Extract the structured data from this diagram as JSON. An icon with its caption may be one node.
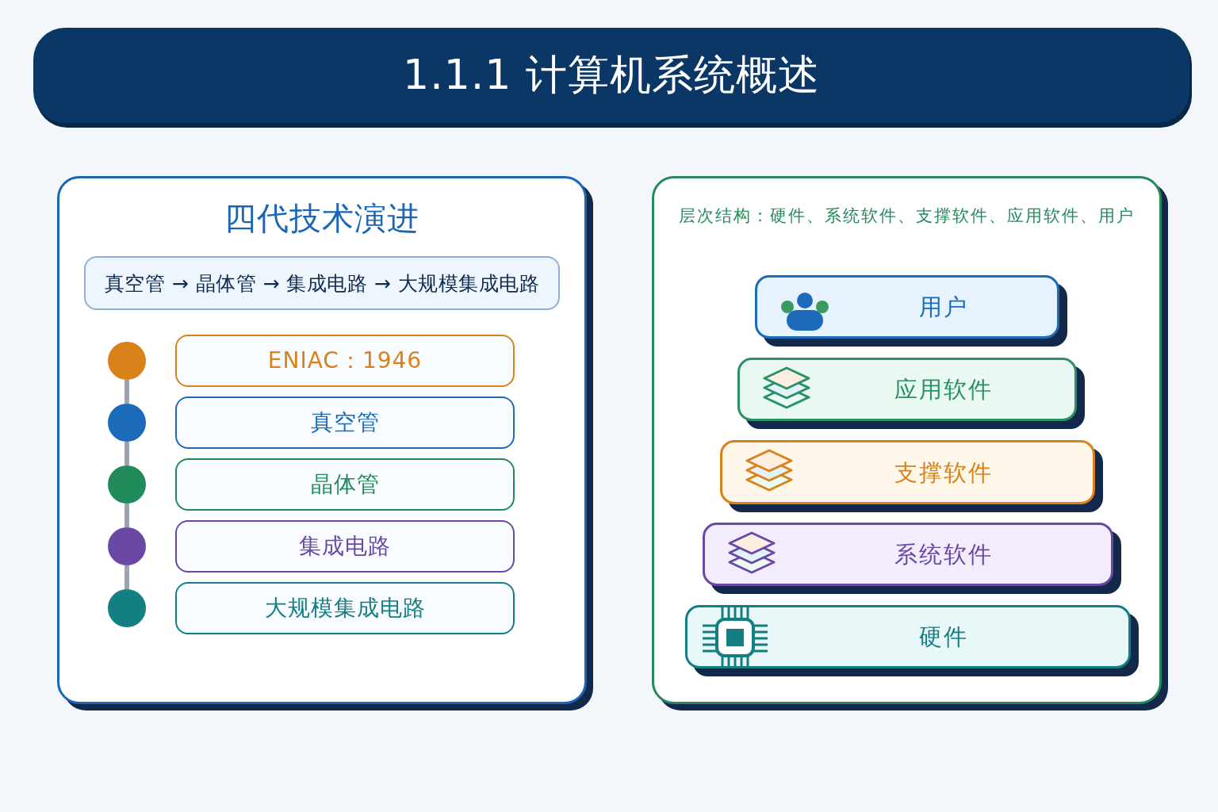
{
  "diagram": {
    "title": "1.1.1 计算机系统概述",
    "nodes": [
      {
        "text": [
          "四代技术演进"
        ]
      },
      {
        "text": [
          "真空管 → 晶体管 → 集成电路 → 大规模集成电路"
        ],
        "in": 0
      },
      {
        "text": [],
        "shape": "circle",
        "in": 0
      },
      {
        "text": [
          "ENIAC：1946"
        ],
        "in": 0
      },
      {
        "text": [],
        "shape": "circle",
        "in": 0
      },
      {
        "text": [
          "真空管"
        ],
        "in": 0
      },
      {
        "text": [],
        "shape": "circle",
        "in": 0
      },
      {
        "text": [
          "晶体管"
        ],
        "in": 0
      },
      {
        "text": [],
        "shape": "circle",
        "in": 0
      },
      {
        "text": [
          "集成电路"
        ],
        "in": 0
      },
      {
        "text": [],
        "shape": "circle",
        "in": 0
      },
      {
        "text": [
          "大规模集成电路"
        ],
        "in": 0
      },
      {
        "text": [
          "层次结构：硬件、系统软件、支撑软件、应用软件、用户"
        ]
      },
      {
        "text": [
          "用户"
        ],
        "in": 12
      },
      {
        "text": [
          "应用软件"
        ],
        "in": 12
      },
      {
        "text": [
          "支撑软件"
        ],
        "in": 12
      },
      {
        "text": [
          "系统软件"
        ],
        "in": 12
      },
      {
        "text": [
          "硬件"
        ],
        "in": 12
      }
    ],
    "edges": [
      {
        "from": 2,
        "to": 4,
        "arrow": "none"
      },
      {
        "from": 4,
        "to": 6,
        "arrow": "none"
      },
      {
        "from": 6,
        "to": 8,
        "arrow": "none"
      },
      {
        "from": 8,
        "to": 10,
        "arrow": "none"
      }
    ]
  }
}
